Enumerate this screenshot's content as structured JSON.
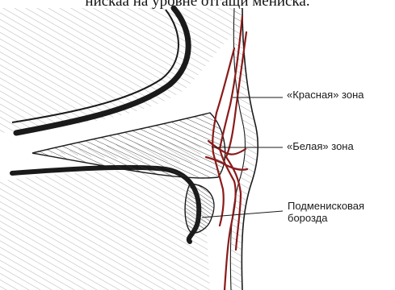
{
  "caption": {
    "text": "нискаа на уровне отгащи мениска."
  },
  "labels": {
    "red_zone": "«Красная» зона",
    "white_zone": "«Белая» зона",
    "submeniscal_groove_line1": "Подменисковая",
    "submeniscal_groove_line2": "борозда"
  },
  "colors": {
    "ink": "#1a1a1a",
    "vessel": "#8b1a1a",
    "hatch": "#2a2a2a",
    "paper": "#ffffff"
  }
}
